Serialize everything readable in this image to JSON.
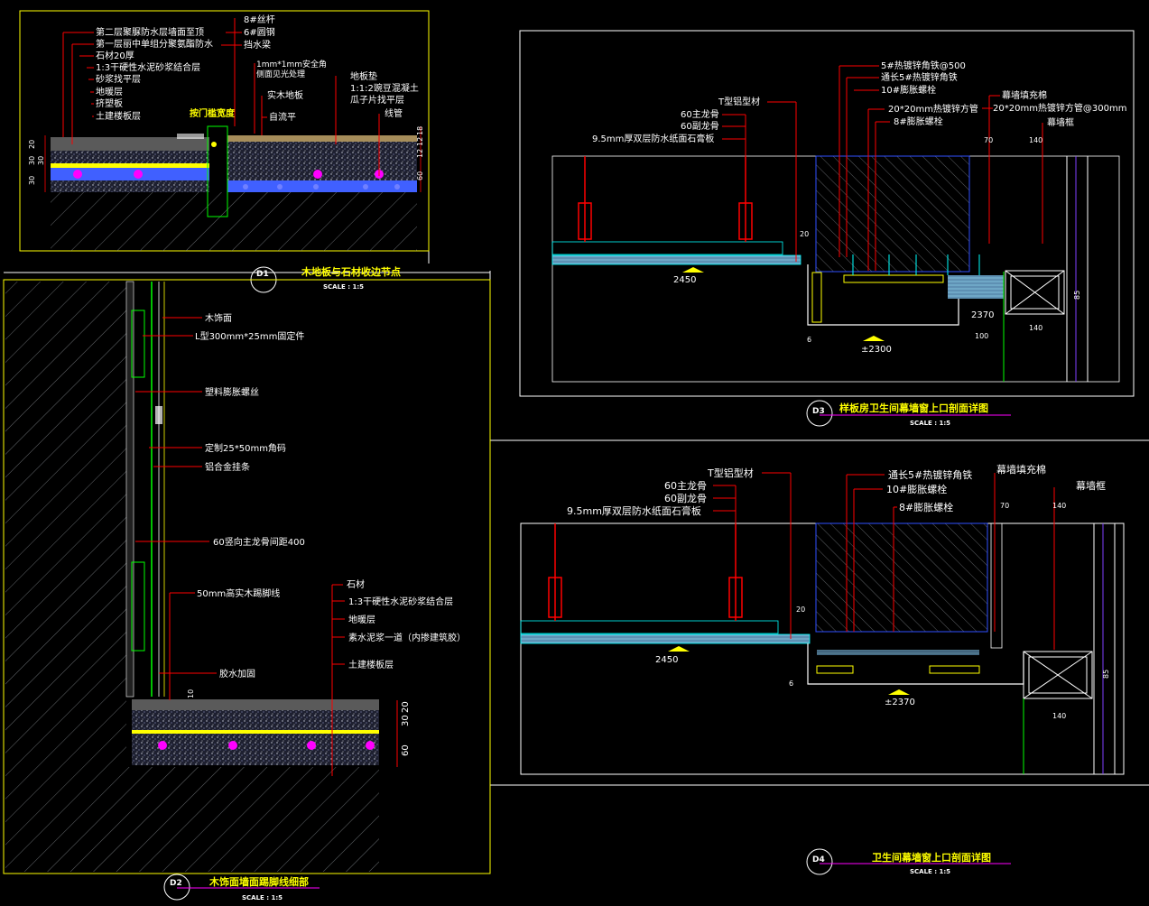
{
  "colors": {
    "background": "#000000",
    "leader": "#ff0000",
    "frame": "#ffff00",
    "text": "#ffffff",
    "hatch": "#9aa0a6",
    "accent": "#00ff00",
    "cyan": "#00ffff",
    "magenta": "#ff00ff",
    "blue": "#3050ff",
    "purple": "#8040ff"
  },
  "d1": {
    "tag": "D1",
    "title": "木地板与石材收边节点",
    "scale": "SCALE : 1:5",
    "labels_left": [
      "第二层聚脲防水层墙面至顶",
      "第一层丽中单组分聚氨酯防水",
      "石材20厚",
      "1:3干硬性水泥砂浆结合层",
      "砂浆找平层",
      "地暖层",
      "挤塑板",
      "土建楼板层"
    ],
    "labels_mid": [
      "8#丝杆",
      "6#圆钢",
      "挡水梁"
    ],
    "label_corner": "1mm*1mm安全角\n侧面见光处理",
    "label_door": "按门槛宽度",
    "labels_right": [
      "实木地板",
      "自流平"
    ],
    "labels_far": [
      "地板垫",
      "1:1:2豌豆混凝土",
      "瓜子片找平层",
      "线管"
    ],
    "dims_left": [
      "20",
      "30",
      "30",
      "30"
    ],
    "dims_right": [
      "18",
      "12",
      "12",
      "60"
    ]
  },
  "d2": {
    "tag": "D2",
    "title": "木饰面墙面踢脚线细部",
    "scale": "SCALE : 1:5",
    "labels_wall": [
      "木饰面",
      "L型300mm*25mm固定件",
      "塑料膨胀螺丝",
      "定制25*50mm角码",
      "铝合金挂条",
      "60竖向主龙骨间距400",
      "50mm高实木踢脚线",
      "胶水加固"
    ],
    "labels_floor": [
      "石材",
      "1:3干硬性水泥砂浆结合层",
      "地暖层",
      "素水泥浆一道（内掺建筑胶）",
      "土建楼板层"
    ],
    "dims": [
      "30",
      "20",
      "60",
      "10"
    ]
  },
  "d3": {
    "tag": "D3",
    "title": "样板房卫生间幕墙窗上口剖面详图",
    "scale": "SCALE : 1:5",
    "labels_left": [
      "T型铝型材",
      "60主龙骨",
      "60副龙骨",
      "9.5mm厚双层防水纸面石膏板"
    ],
    "labels_center": [
      "5#热镀锌角铁@500",
      "通长5#热镀锌角铁",
      "10#膨胀螺栓",
      "20*20mm热镀锌方管",
      "8#膨胀螺栓"
    ],
    "labels_right": [
      "幕墙填充棉",
      "20*20mm热镀锌方管@300mm",
      "幕墙框"
    ],
    "dims": [
      "70",
      "140",
      "20",
      "2450",
      "2370",
      "±2300",
      "100",
      "140",
      "85",
      "6"
    ]
  },
  "d4": {
    "tag": "D4",
    "title": "卫生间幕墙窗上口剖面详图",
    "scale": "SCALE : 1:5",
    "labels_left": [
      "T型铝型材",
      "60主龙骨",
      "60副龙骨",
      "9.5mm厚双层防水纸面石膏板"
    ],
    "labels_center": [
      "通长5#热镀锌角铁",
      "10#膨胀螺栓",
      "8#膨胀螺栓"
    ],
    "labels_right": [
      "幕墙填充棉",
      "幕墙框"
    ],
    "dims": [
      "70",
      "140",
      "20",
      "2450",
      "±2370",
      "140",
      "85",
      "6"
    ]
  }
}
